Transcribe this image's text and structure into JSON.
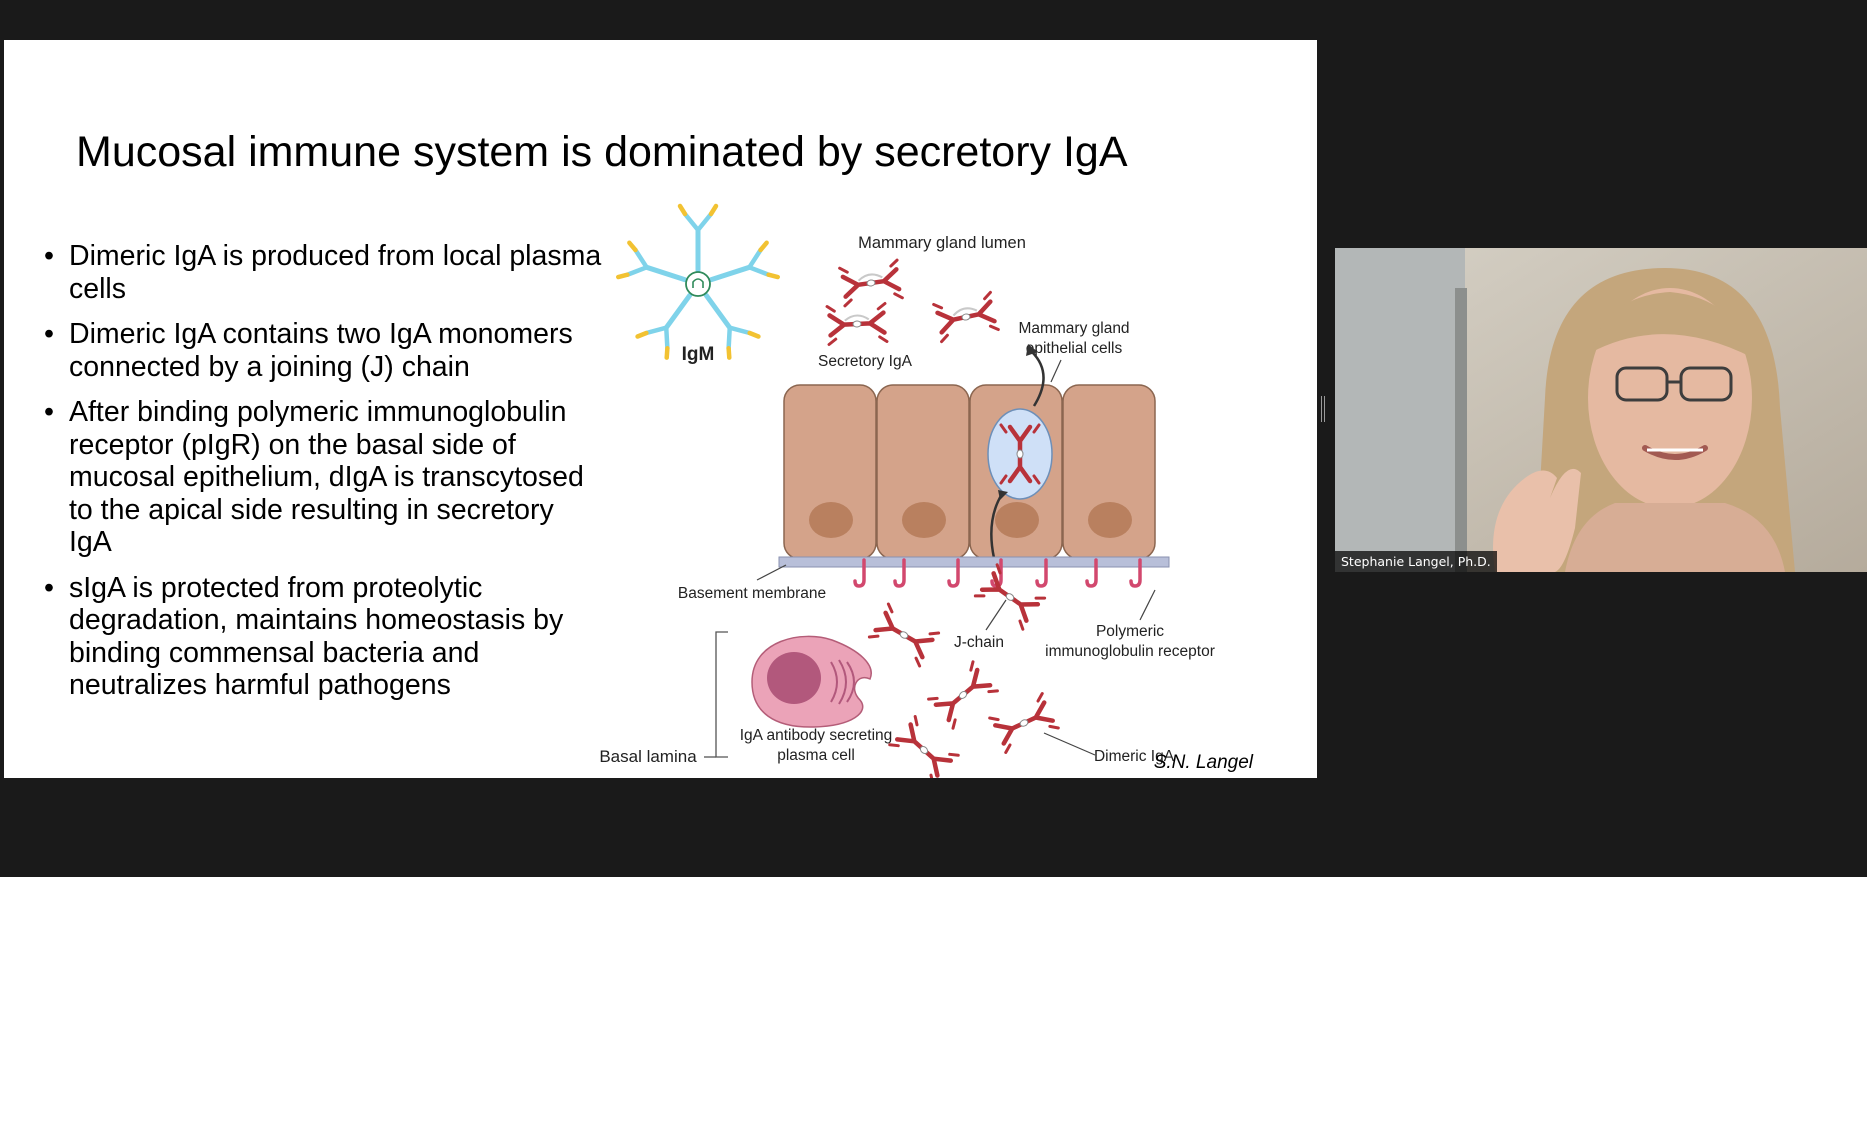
{
  "slide": {
    "title": "Mucosal immune system is dominated by secretory IgA",
    "bullets": [
      "Dimeric IgA is produced from local plasma cells",
      "Dimeric IgA contains two IgA monomers connected by a joining (J) chain",
      "After binding polymeric immunoglobulin receptor (pIgR) on the basal side of mucosal epithelium, dIgA is transcytosed to the apical side resulting in secretory IgA",
      "sIgA is protected from proteolytic degradation, maintains homeostasis by binding commensal bacteria and neutralizes harmful pathogens"
    ],
    "bullet_symbol": "•",
    "credit": "S.N. Langel",
    "diagram_labels": {
      "igm": "IgM",
      "mammary_lumen": "Mammary gland lumen",
      "secretory_iga": "Secretory IgA",
      "epithelial_line1": "Mammary gland",
      "epithelial_line2": "epithelial cells",
      "basement_membrane": "Basement membrane",
      "j_chain": "J-chain",
      "pigr_line1": "Polymeric",
      "pigr_line2": "immunoglobulin receptor",
      "plasma_line1": "IgA antibody secreting",
      "plasma_line2": "plasma cell",
      "basal_lamina": "Basal lamina",
      "dimeric_iga": "Dimeric IgA"
    }
  },
  "participant": {
    "name": "Stephanie Langel, Ph.D."
  },
  "colors": {
    "meeting_background": "#1a1a1a",
    "slide_background": "#ffffff",
    "cell_fill": "#d4a38a",
    "nucleus_fill": "#b9805f",
    "antibody_red": "#b8323a",
    "receptor_pink": "#d2486e",
    "igm_cyan": "#7fd3ea",
    "igm_yellow": "#f2c232",
    "vesicle_blue": "#cfe0f7"
  }
}
